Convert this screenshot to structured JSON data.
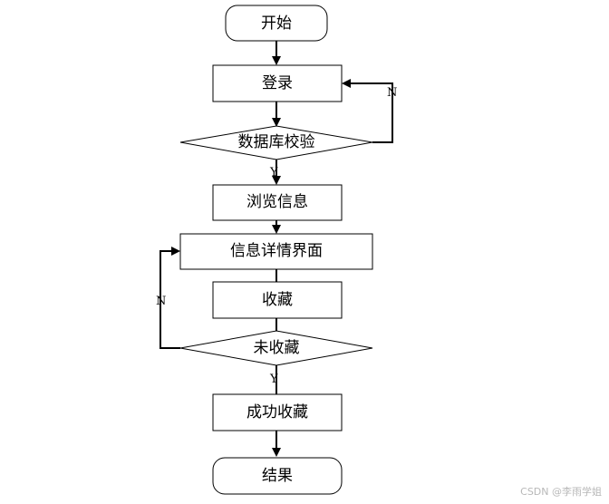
{
  "flowchart": {
    "start": "开始",
    "login": "登录",
    "db_check": "数据库校验",
    "browse": "浏览信息",
    "detail": "信息详情界面",
    "favorite": "收藏",
    "not_favorited": "未收藏",
    "success": "成功收藏",
    "end": "结果",
    "yes_label_1": "Y",
    "no_label_1": "N",
    "yes_label_2": "Y",
    "no_label_2": "N"
  },
  "watermark": "CSDN @李雨学姐"
}
